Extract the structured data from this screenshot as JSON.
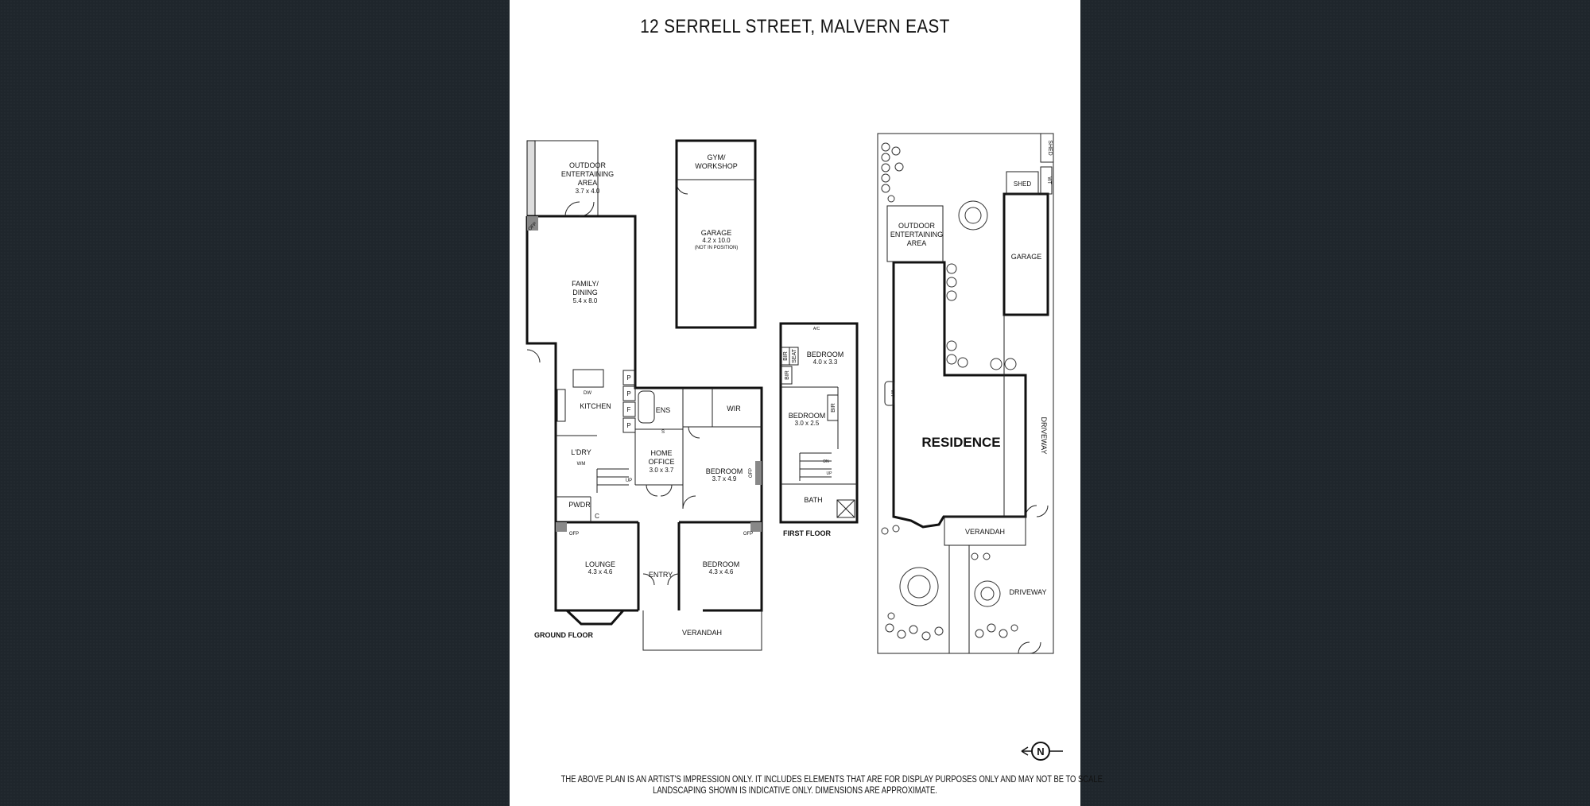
{
  "title": "12 SERRELL STREET, MALVERN EAST",
  "ground_floor": {
    "caption": "GROUND FLOOR",
    "rooms": {
      "outdoor_name": "OUTDOOR ENTERTAINING AREA",
      "outdoor_l1": "OUTDOOR",
      "outdoor_l2": "ENTERTAINING",
      "outdoor_l3": "AREA",
      "outdoor_dim": "3.7 x 4.0",
      "family_l1": "FAMILY/",
      "family_l2": "DINING",
      "family_dim": "5.4 x 8.0",
      "kitchen": "KITCHEN",
      "dw": "DW",
      "ldry": "L'DRY",
      "wm": "WM",
      "pwdr": "PWDR",
      "c": "C",
      "lounge": "LOUNGE",
      "lounge_dim": "4.3 x 4.6",
      "entry": "ENTRY",
      "bed_front": "BEDROOM",
      "bed_front_dim": "4.3 x 4.6",
      "office_l1": "HOME",
      "office_l2": "OFFICE",
      "office_dim": "3.0 x 3.7",
      "master": "BEDROOM",
      "master_dim": "3.7 x 4.9",
      "ens": "ENS",
      "wir": "WIR",
      "verandah": "VERANDAH",
      "ofp": "OFP",
      "p": "P",
      "f": "F",
      "up": "UP",
      "s": "S"
    }
  },
  "garage_block": {
    "gym_l1": "GYM/",
    "gym_l2": "WORKSHOP",
    "garage": "GARAGE",
    "garage_dim": "4.2 x 10.0",
    "garage_note": "(NOT IN POSITION)"
  },
  "first_floor": {
    "caption": "FIRST FLOOR",
    "bedroom1": "BEDROOM",
    "bedroom1_dim": "4.0 x 3.3",
    "bedroom2": "BEDROOM",
    "bedroom2_dim": "3.0 x 2.5",
    "bath": "BATH",
    "bir": "BIR",
    "seat": "SEAT",
    "ac": "A/C",
    "dn": "DN",
    "up": "UP"
  },
  "site_plan": {
    "residence": "RESIDENCE",
    "verandah": "VERANDAH",
    "driveway": "DRIVEWAY",
    "garage": "GARAGE",
    "shed": "SHED",
    "wt": "WT",
    "outdoor_l1": "OUTDOOR",
    "outdoor_l2": "ENTERTAINING",
    "outdoor_l3": "AREA"
  },
  "north_label": "N",
  "disclaimer_line1": "THE ABOVE PLAN IS AN ARTIST'S IMPRESSION ONLY. IT INCLUDES ELEMENTS THAT ARE FOR DISPLAY PURPOSES ONLY AND MAY NOT BE TO SCALE.",
  "disclaimer_line2": "LANDSCAPING SHOWN IS INDICATIVE ONLY. DIMENSIONS ARE APPROXIMATE.",
  "colors": {
    "backdrop": "#1f262c",
    "sheet": "#ffffff",
    "ink": "#111111"
  }
}
